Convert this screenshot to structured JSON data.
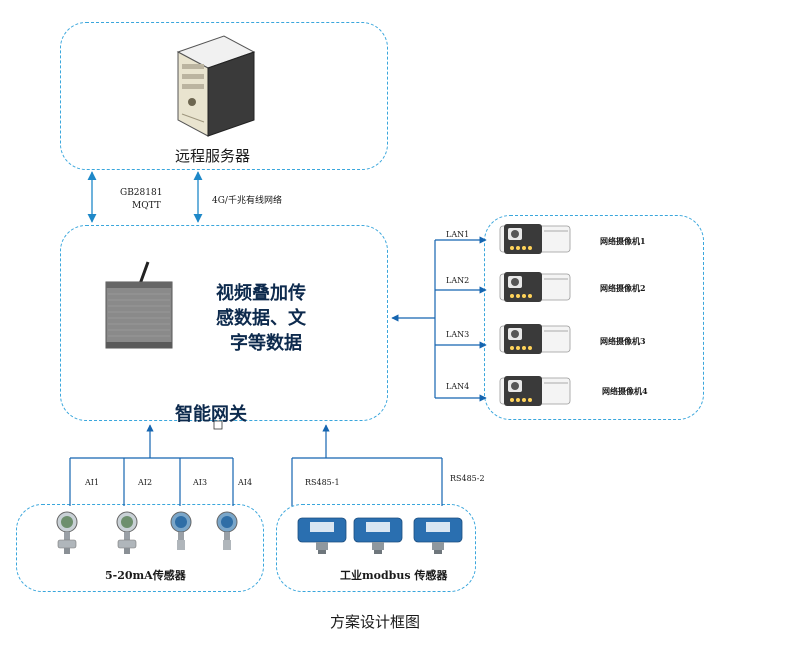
{
  "server": {
    "label": "远程服务器"
  },
  "links": {
    "protocol_1": "GB28181",
    "protocol_2": "MQTT",
    "network": "4G/千兆有线网络"
  },
  "gateway": {
    "label": "智能网关",
    "overlay_line1": "视频叠加传",
    "overlay_line2": "感数据、文",
    "overlay_line3": "字等数据"
  },
  "lan": {
    "ports": [
      "LAN1",
      "LAN2",
      "LAN3",
      "LAN4"
    ]
  },
  "cameras": {
    "items": [
      "网络摄像机1",
      "网络摄像机2",
      "网络摄像机3",
      "网络摄像机4"
    ]
  },
  "analog": {
    "channels": [
      "AI1",
      "AI2",
      "AI3",
      "AI4"
    ],
    "label": "5-20mA传感器"
  },
  "rs485": {
    "ports": [
      "RS485-1",
      "RS485-2"
    ],
    "label": "工业modbus 传感器"
  },
  "caption": "方案设计框图",
  "colors": {
    "box_border": "#3aa6dc",
    "arrow": "#1e88c8",
    "wire": "#1565b0",
    "gateway_text": "#0d2a4d"
  },
  "icons": {
    "server": "server-tower-icon",
    "gateway": "gateway-device-icon",
    "camera": "ip-camera-icon",
    "analog_sensor": "pressure-gauge-icon",
    "modbus_sensor": "modbus-transmitter-icon"
  }
}
